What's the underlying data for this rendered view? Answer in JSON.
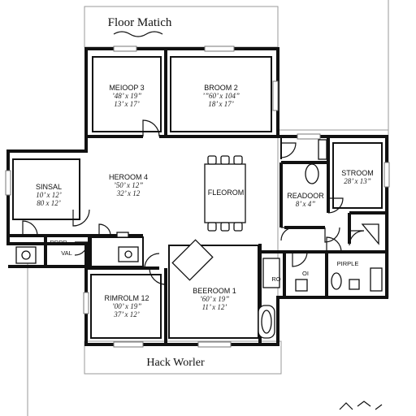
{
  "title": "Floor Matich",
  "footer": "Hack Worler",
  "rooms": [
    {
      "id": "bedroom-3",
      "name": "MEIOOP 3",
      "dims": [
        "’48’ x 19”",
        "13’ x 17’"
      ]
    },
    {
      "id": "broom-2",
      "name": "BROOM 2",
      "dims": [
        "’”60’ x 104”",
        "18’ x 17’"
      ]
    },
    {
      "id": "sinsal",
      "name": "SINSAL",
      "dims": [
        "10’ x 12’",
        "80 x 12’"
      ]
    },
    {
      "id": "heroom-4",
      "name": "HEROOM 4",
      "dims": [
        "’50’ x 12”",
        "32’ x 12"
      ]
    },
    {
      "id": "fleorom",
      "name": "FLEOROM",
      "dims": []
    },
    {
      "id": "stroom",
      "name": "STROOM",
      "dims": [
        "28’ x 13”"
      ]
    },
    {
      "id": "readdor",
      "name": "READOOR",
      "dims": [
        "8’ x 4”"
      ]
    },
    {
      "id": "rimrolm",
      "name": "RIMROLM 12",
      "dims": [
        "’00’ x 19”",
        "37’ x 12’"
      ]
    },
    {
      "id": "beeroom-1",
      "name": "BEEROOM 1",
      "dims": [
        "’60’ x 19”",
        "11’ x 12’"
      ]
    },
    {
      "id": "rrpr",
      "name": "RRPR",
      "dims": []
    },
    {
      "id": "val",
      "name": "VAL",
      "dims": []
    },
    {
      "id": "ro",
      "name": "RO",
      "dims": []
    },
    {
      "id": "oi",
      "name": "OI",
      "dims": []
    },
    {
      "id": "pirple",
      "name": "PIRPLE",
      "dims": []
    }
  ]
}
